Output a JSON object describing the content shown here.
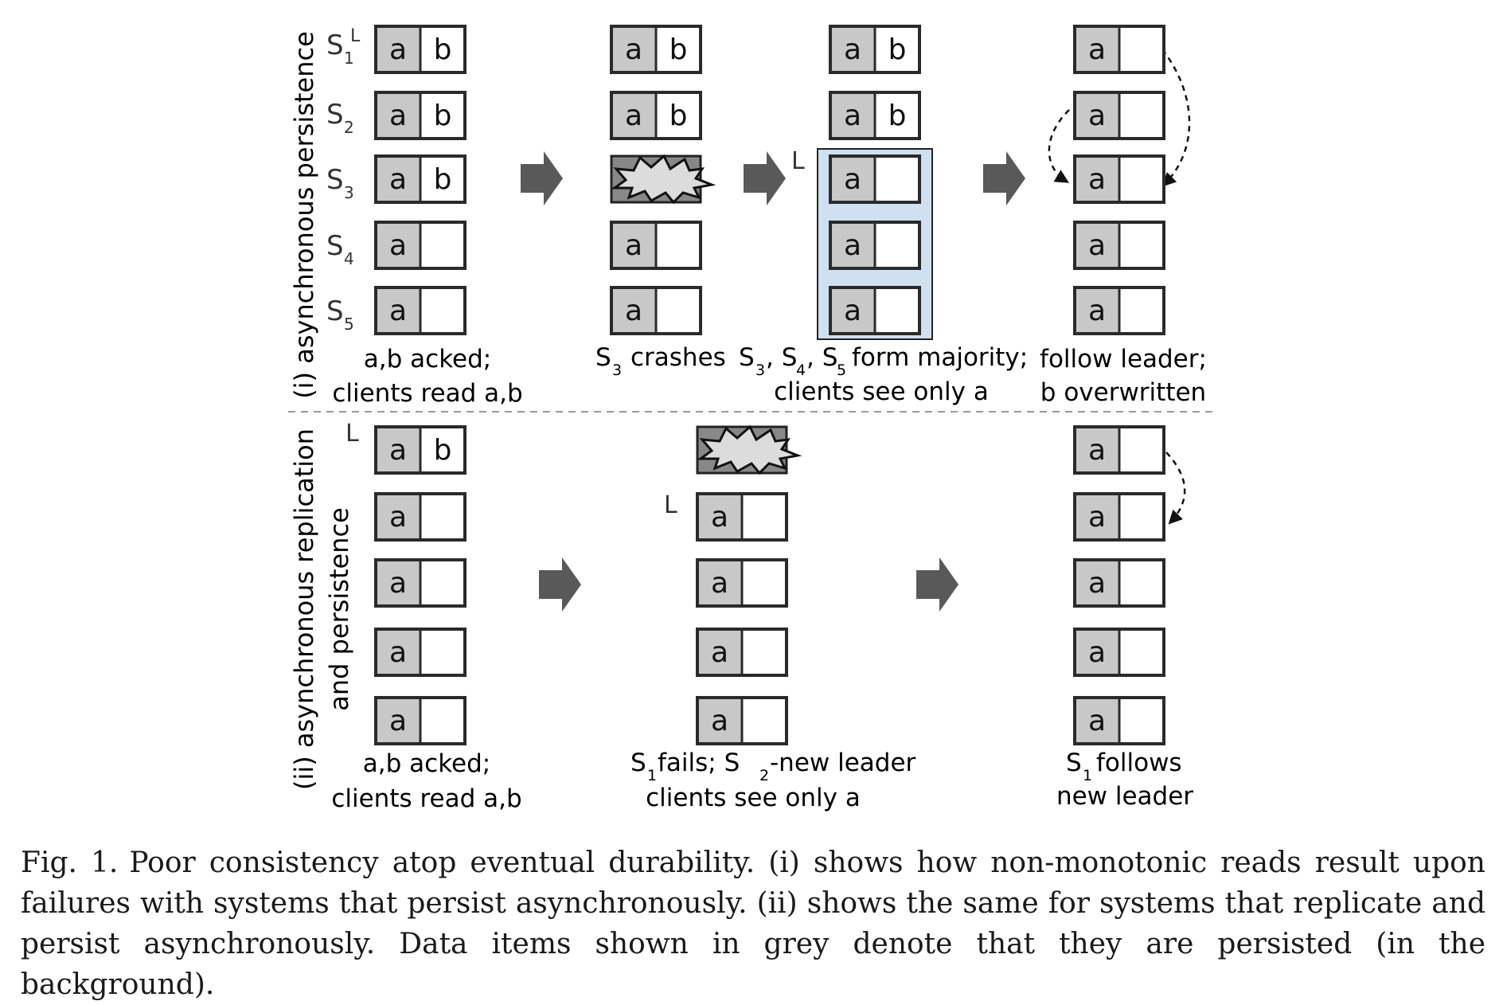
{
  "section_labels": {
    "top": "(i) asynchronous persistence",
    "bottom_line1": "(ii) asynchronous replication",
    "bottom_line2": "and persistence"
  },
  "servers": [
    "S1",
    "S2",
    "S3",
    "S4",
    "S5"
  ],
  "leader_marker": "L",
  "items": {
    "a": "a",
    "b": "b"
  },
  "colors": {
    "persisted_fill": "#c8c8c8",
    "unpersisted_fill": "#ffffff",
    "majority_highlight": "#cfe0f1",
    "crash_fill": "#dcdcdc",
    "arrow_fill": "#595959",
    "divider": "#999999"
  },
  "top_row": {
    "states": [
      {
        "caption_line1": "a,b acked;",
        "caption_line2": "clients read a,b"
      },
      {
        "caption": "S3 crashes"
      },
      {
        "caption_line1": "S3, S4, S5 form majority;",
        "caption_line2": "clients see only a"
      },
      {
        "caption_line1": "follow leader;",
        "caption_line2": "b overwritten"
      }
    ]
  },
  "bottom_row": {
    "states": [
      {
        "caption_line1": "a,b acked;",
        "caption_line2": "clients read a,b"
      },
      {
        "caption_line1": "S1 fails; S2-new leader",
        "caption_line2": "clients see only a"
      },
      {
        "caption_line1": "S1 follows",
        "caption_line2": "new leader"
      }
    ]
  },
  "caption": {
    "label": "Fig. 1.",
    "text": "Poor consistency atop eventual durability. (i) shows how non-monotonic reads result upon failures with systems that persist asynchronously. (ii) shows the same for systems that replicate and persist asynchronously. Data items shown in grey denote that they are persisted (in the background)."
  }
}
